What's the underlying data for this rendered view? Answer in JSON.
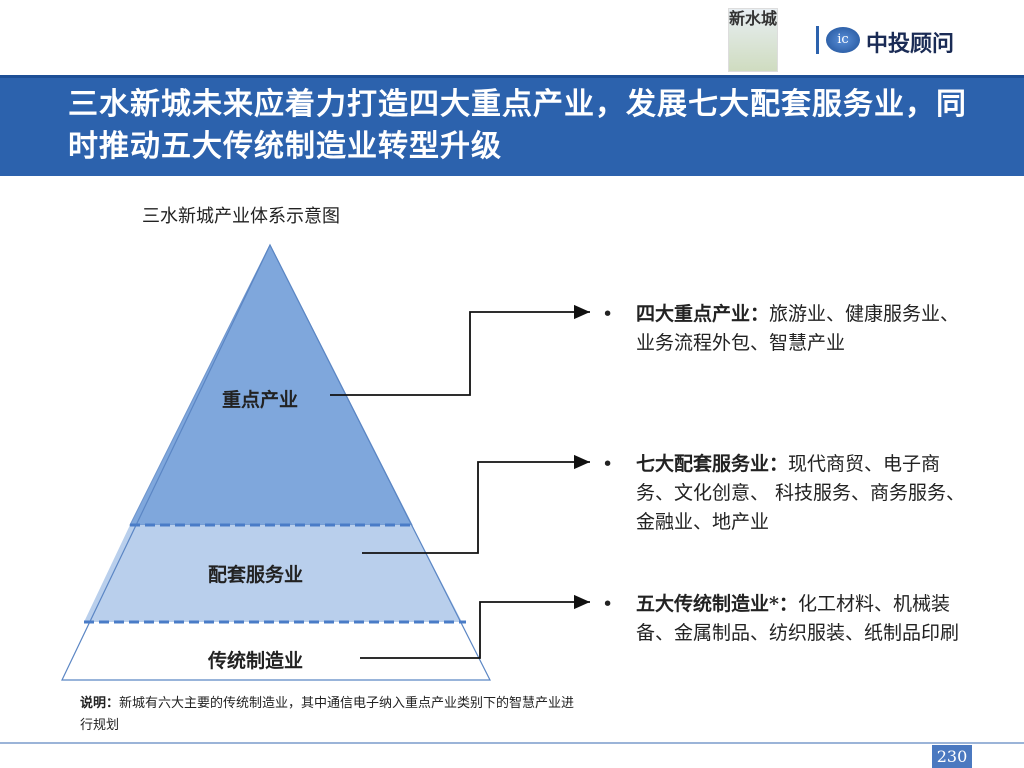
{
  "header": {
    "title": "三水新城未来应着力打造四大重点产业，发展七大配套服务业，同时推动五大传统制造业转型升级",
    "logo_left": "新水城",
    "logo_right": "中投顾问"
  },
  "diagram": {
    "subtitle": "三水新城产业体系示意图",
    "levels": [
      {
        "label": "重点产业",
        "color": "#7fa7dc"
      },
      {
        "label": "配套服务业",
        "color": "#b9cfec"
      },
      {
        "label": "传统制造业",
        "color": "#ffffff"
      }
    ],
    "bullets": [
      {
        "heading": "四大重点产业：",
        "text": "旅游业、健康服务业、业务流程外包、智慧产业"
      },
      {
        "heading": "七大配套服务业：",
        "text": "现代商贸、电子商务、文化创意、 科技服务、商务服务、金融业、地产业"
      },
      {
        "heading": "五大传统制造业*：",
        "text": "化工材料、机械装备、金属制品、纺织服装、纸制品印刷"
      }
    ]
  },
  "note": {
    "label": "说明：",
    "text": "新城有六大主要的传统制造业，其中通信电子纳入重点产业类别下的智慧产业进行规划"
  },
  "page_number": "230"
}
